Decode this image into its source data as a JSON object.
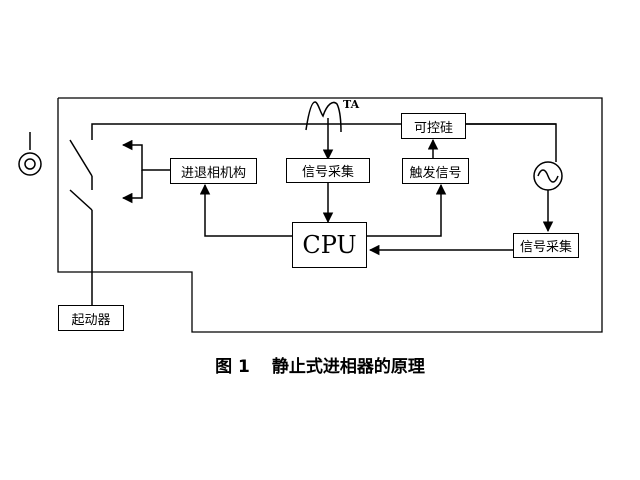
{
  "blocks": {
    "scr": "可控硅",
    "advance_mechanism": "进退相机构",
    "signal_upper": "信号采集",
    "trigger": "触发信号",
    "cpu": "CPU",
    "signal_lower": "信号采集",
    "starter": "起动器"
  },
  "labels": {
    "ta": "TA"
  },
  "caption": {
    "number": "图 1",
    "title": "静止式进相器的原理"
  }
}
